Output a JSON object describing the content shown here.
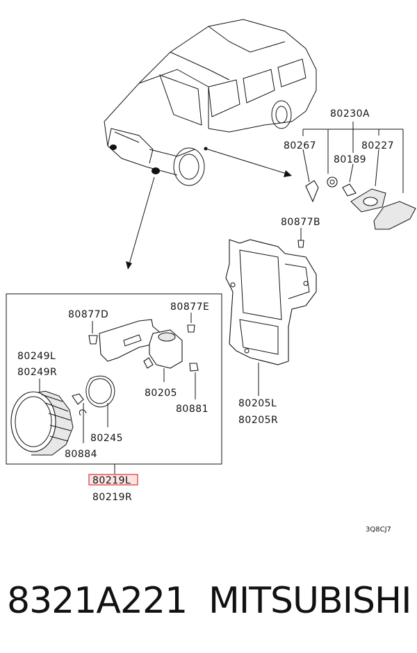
{
  "labels": {
    "p80230A": "80230A",
    "p80267": "80267",
    "p80227": "80227",
    "p80189": "80189",
    "p80877B": "80877B",
    "p80877D": "80877D",
    "p80877E": "80877E",
    "p80249L": "80249L",
    "p80249R": "80249R",
    "p80205": "80205",
    "p80881": "80881",
    "p80245": "80245",
    "p80884": "80884",
    "p80205L": "80205L",
    "p80205R": "80205R",
    "p80219L": "80219L",
    "p80219R": "80219R",
    "code": "3Q8CJ7"
  },
  "highlight_color": "#e03030",
  "footer": {
    "part_number": "8321A221",
    "brand": "MITSUBISHI"
  }
}
